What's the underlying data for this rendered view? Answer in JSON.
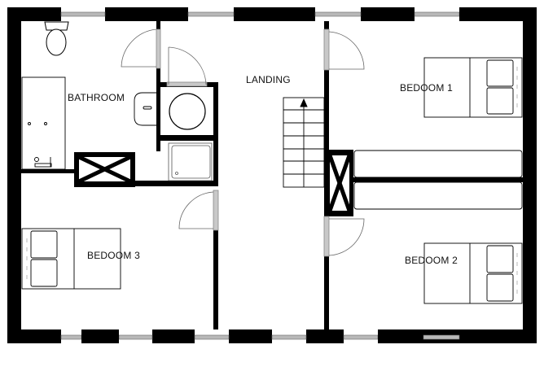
{
  "plan": {
    "type": "floor-plan",
    "wall_color": "#000000",
    "window_color": "#b8b8b8",
    "background": "#ffffff"
  },
  "rooms": {
    "bathroom": {
      "label": "BATHROOM"
    },
    "landing": {
      "label": "LANDING"
    },
    "bedroom1": {
      "label": "BEDOOM 1"
    },
    "bedroom2": {
      "label": "BEDOOM 2"
    },
    "bedroom3": {
      "label": "BEDOOM 3"
    }
  },
  "fixtures": {
    "toilet": "toilet-icon",
    "bath": "bathtub-icon",
    "sink": "sink-icon",
    "boiler": "cylinder-icon",
    "shower": "shower-tray-icon",
    "stairs": "stairs-icon",
    "wardrobe": "wardrobe-icon",
    "storage": "cupboard-cross-icon",
    "bed": "double-bed-icon"
  }
}
